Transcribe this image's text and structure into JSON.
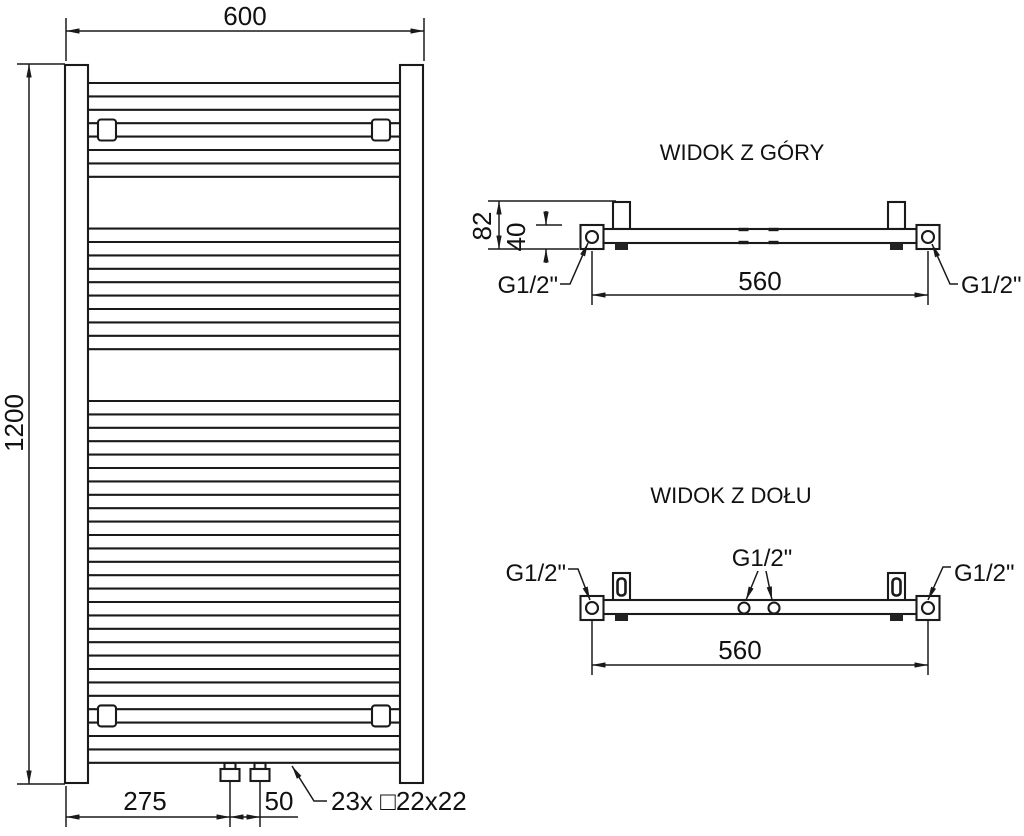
{
  "front_view": {
    "dim_width": "600",
    "dim_height": "1200",
    "dim_left_offset": "275",
    "dim_valve_spacing": "50",
    "profile_note": "23x □22x22"
  },
  "top_view": {
    "title": "WIDOK Z GÓRY",
    "dim_depth": "82",
    "dim_axis_offset": "40",
    "dim_connection_spacing": "560",
    "thread_label_left": "G1/2\"",
    "thread_label_right": "G1/2\""
  },
  "bottom_view": {
    "title": "WIDOK Z DOŁU",
    "dim_connection_spacing": "560",
    "thread_label_left": "G1/2\"",
    "thread_label_center": "G1/2\"",
    "thread_label_right": "G1/2\""
  },
  "colors": {
    "line": "#1a1a1a",
    "background": "#ffffff"
  }
}
